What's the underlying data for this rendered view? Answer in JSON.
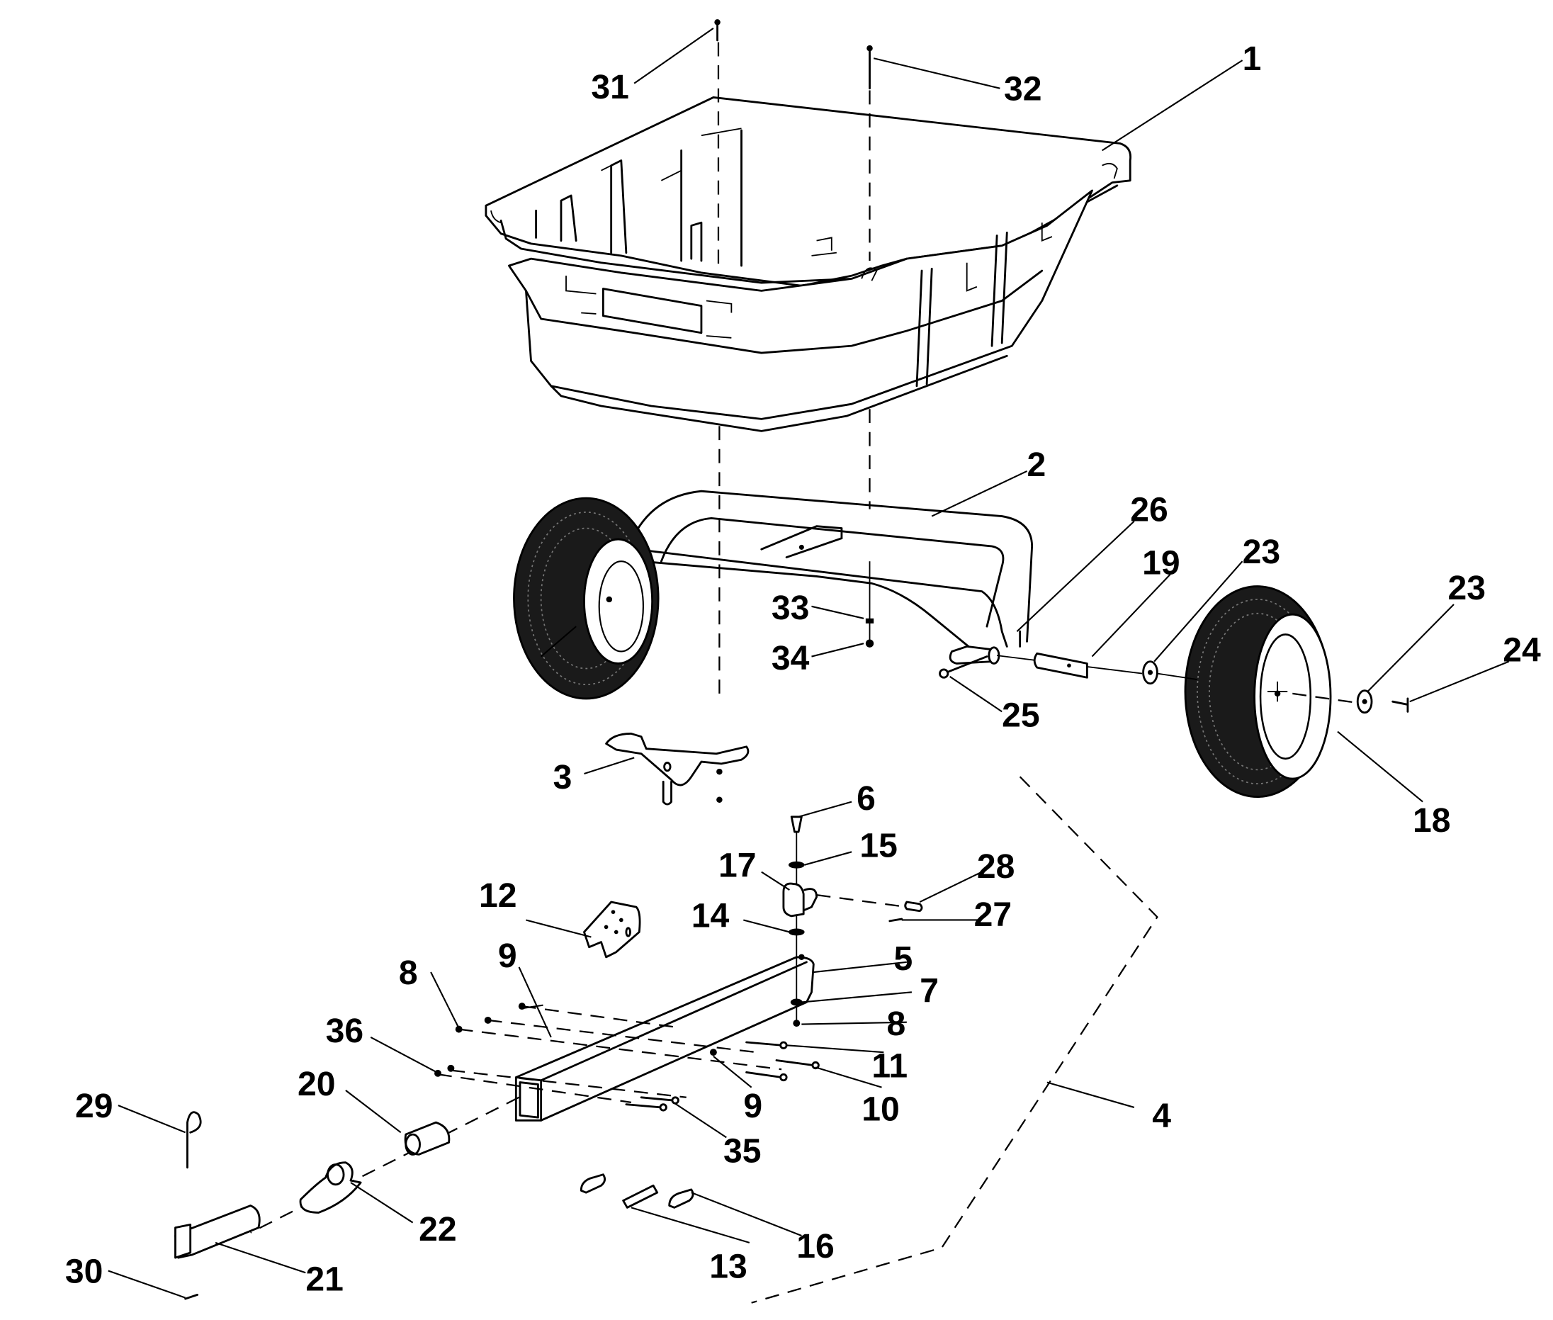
{
  "diagram": {
    "title": "Broadcast spreader exploded parts view",
    "background_color": "#ffffff",
    "ink_color": "#000000",
    "callouts": [
      {
        "id": "1",
        "text": "1",
        "part": "hopper"
      },
      {
        "id": "2",
        "text": "2",
        "part": "frame"
      },
      {
        "id": "3",
        "text": "3",
        "part": "hopper-bracket"
      },
      {
        "id": "4",
        "text": "4",
        "part": "handle-assembly-group"
      },
      {
        "id": "5",
        "text": "5",
        "part": "tow-bar-tube"
      },
      {
        "id": "6",
        "text": "6",
        "part": "bolt"
      },
      {
        "id": "7",
        "text": "7",
        "part": "washer"
      },
      {
        "id": "8a",
        "text": "8",
        "part": "nut-left"
      },
      {
        "id": "8b",
        "text": "8",
        "part": "nut-right"
      },
      {
        "id": "9a",
        "text": "9",
        "part": "nut-upper"
      },
      {
        "id": "9b",
        "text": "9",
        "part": "nut-lower"
      },
      {
        "id": "10",
        "text": "10",
        "part": "bolt-long"
      },
      {
        "id": "11",
        "text": "11",
        "part": "bolt-long-upper"
      },
      {
        "id": "12",
        "text": "12",
        "part": "control-bracket"
      },
      {
        "id": "13",
        "text": "13",
        "part": "link-plate"
      },
      {
        "id": "14",
        "text": "14",
        "part": "washer-lower"
      },
      {
        "id": "15",
        "text": "15",
        "part": "washer-upper"
      },
      {
        "id": "16",
        "text": "16",
        "part": "spring"
      },
      {
        "id": "17",
        "text": "17",
        "part": "swivel-clip"
      },
      {
        "id": "18",
        "text": "18",
        "part": "wheel-tire"
      },
      {
        "id": "19",
        "text": "19",
        "part": "axle"
      },
      {
        "id": "20",
        "text": "20",
        "part": "sleeve"
      },
      {
        "id": "21",
        "text": "21",
        "part": "hitch-tongue"
      },
      {
        "id": "22",
        "text": "22",
        "part": "hitch-clip"
      },
      {
        "id": "23a",
        "text": "23",
        "part": "washer-inner"
      },
      {
        "id": "23b",
        "text": "23",
        "part": "washer-outer"
      },
      {
        "id": "24",
        "text": "24",
        "part": "cotter-pin"
      },
      {
        "id": "25",
        "text": "25",
        "part": "pin"
      },
      {
        "id": "26",
        "text": "26",
        "part": "cotter-pin-small"
      },
      {
        "id": "27",
        "text": "27",
        "part": "hair-pin"
      },
      {
        "id": "28",
        "text": "28",
        "part": "clevis-pin"
      },
      {
        "id": "29",
        "text": "29",
        "part": "hitch-pin"
      },
      {
        "id": "30",
        "text": "30",
        "part": "hair-pin-clip"
      },
      {
        "id": "31",
        "text": "31",
        "part": "bolt-left"
      },
      {
        "id": "32",
        "text": "32",
        "part": "bolt-right"
      },
      {
        "id": "33",
        "text": "33",
        "part": "lock-washer"
      },
      {
        "id": "34",
        "text": "34",
        "part": "nut"
      },
      {
        "id": "35",
        "text": "35",
        "part": "bolt-short"
      },
      {
        "id": "36",
        "text": "36",
        "part": "nut-small"
      }
    ]
  }
}
